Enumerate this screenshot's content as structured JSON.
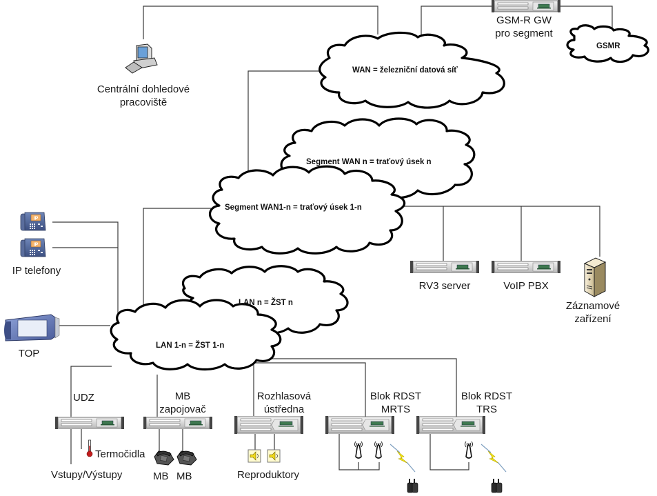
{
  "diagram": {
    "clouds": {
      "wan": "WAN = železniční datová síť",
      "gsmr": "GSMR",
      "segment_n": "Segment WAN n = traťový úsek n",
      "segment_1n": "Segment WAN1-n = traťový úsek 1-n",
      "lan_n": "LAN n = ŽST n",
      "lan_1n": "LAN 1-n = ŽST 1-n"
    },
    "nodes": {
      "central_station": [
        "Centrální dohledové",
        "pracoviště"
      ],
      "gsmr_gw": [
        "GSM-R GW",
        "pro segment"
      ],
      "ip_phones": "IP telefony",
      "top": "TOP",
      "rv3_server": "RV3 server",
      "voip_pbx": "VoIP PBX",
      "recorder": [
        "Záznamové",
        "zařízení"
      ],
      "udz": "UDZ",
      "thermo": "Termočidla",
      "io": "Vstupy/Výstupy",
      "mb_switch": [
        "MB",
        "zapojovač"
      ],
      "mb1": "MB",
      "mb2": "MB",
      "pa_central": [
        "Rozhlasová",
        "ústředna"
      ],
      "speakers": "Reproduktory",
      "rdst_mrts": [
        "Blok RDST",
        "MRTS"
      ],
      "rdst_trs": [
        "Blok RDST",
        "TRS"
      ]
    },
    "icons": {
      "ip_phone_badge": "IP"
    }
  }
}
